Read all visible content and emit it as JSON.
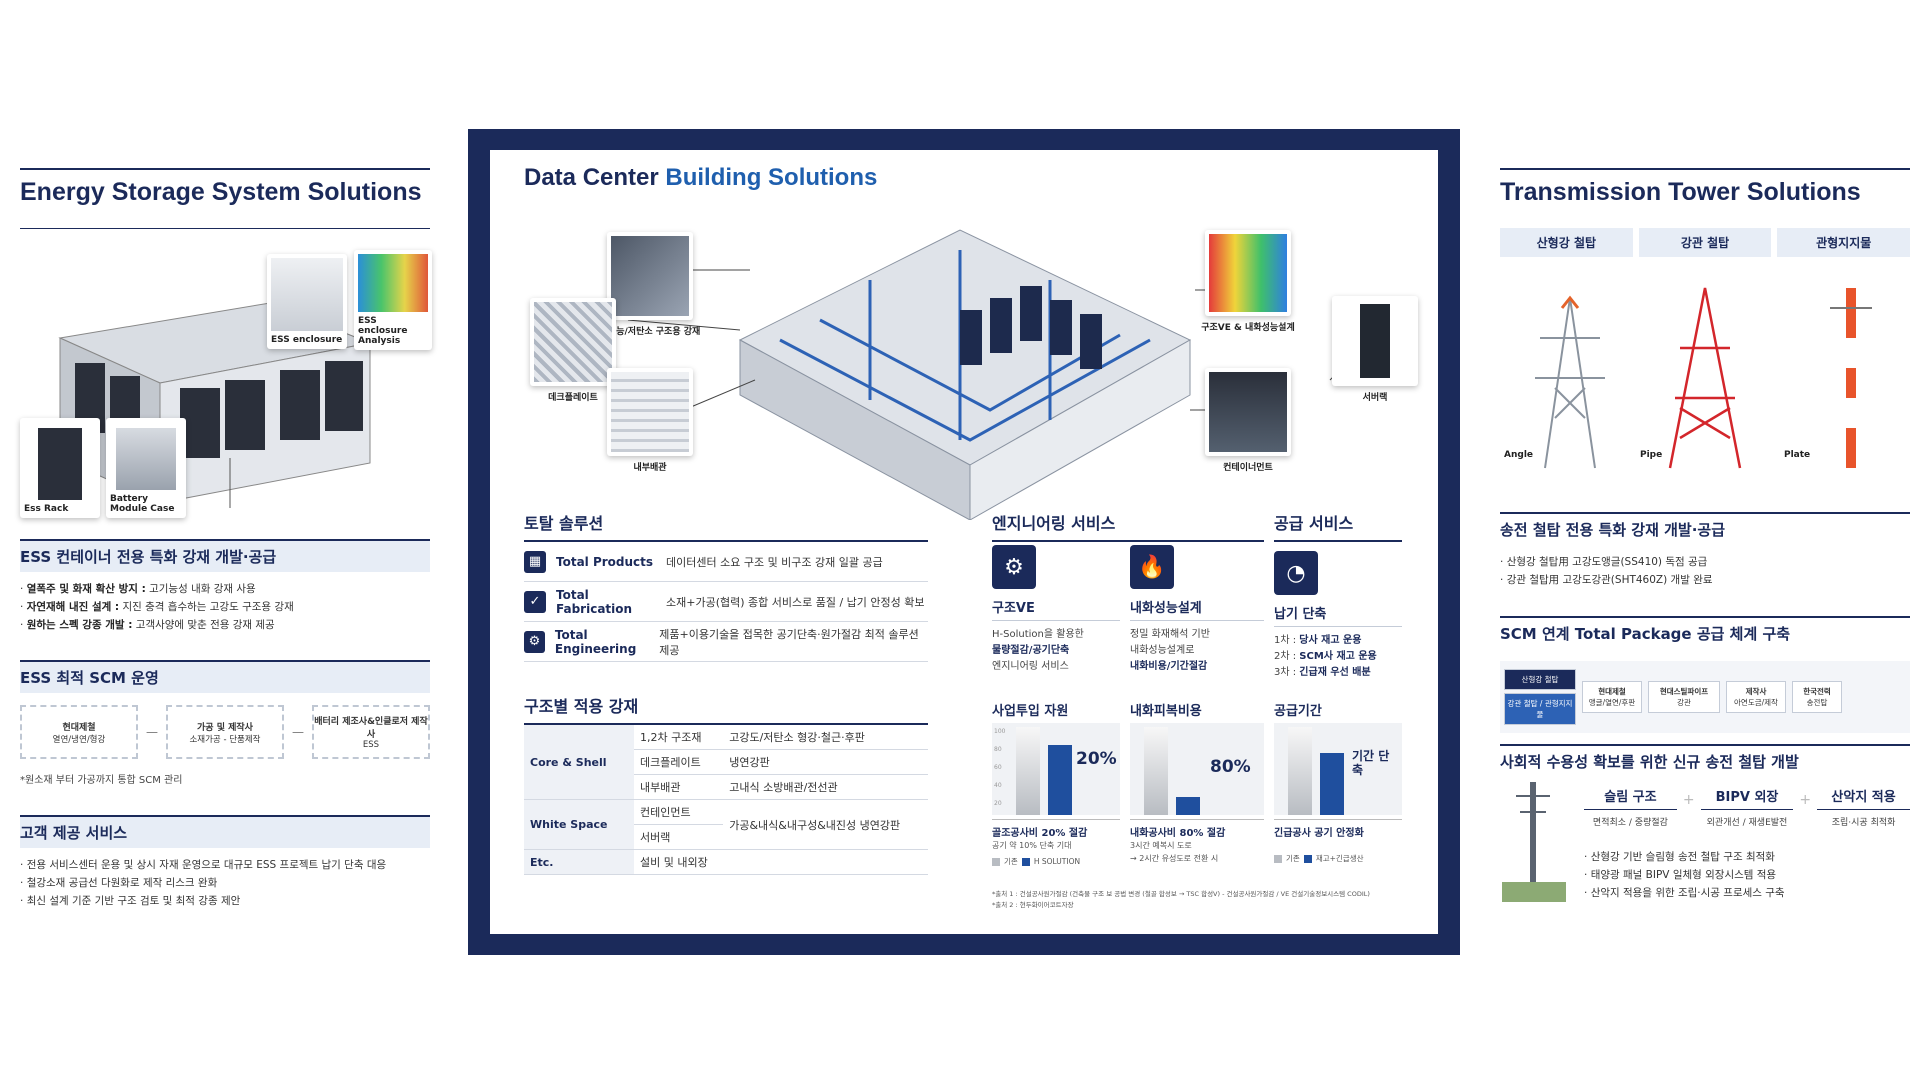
{
  "left": {
    "title": "Energy Storage System Solutions",
    "thumbs": {
      "enclosure": "ESS enclosure",
      "enclosure_analysis": "ESS enclosure Analysis",
      "rack": "Ess Rack",
      "battery": "Battery Module Case"
    },
    "sec1": {
      "heading": "ESS 컨테이너 전용 특화 강재 개발·공급",
      "items": [
        {
          "label": "열폭주 및 화재 확산 방지 :",
          "text": " 고기능성 내화 강재 사용"
        },
        {
          "label": "자연재해 내진 설계 :",
          "text": " 지진 충격 흡수하는 고강도 구조용 강재"
        },
        {
          "label": "원하는 스펙 강종 개발 :",
          "text": " 고객사양에 맞춘 전용 강재 제공"
        }
      ]
    },
    "sec2": {
      "heading": "ESS 최적 SCM 운영",
      "boxes": [
        {
          "title": "현대제철",
          "sub": "열연/냉연/형강"
        },
        {
          "title": "가공 및 제작사",
          "sub": "소재가공 - 단품제작"
        },
        {
          "title": "배터리 제조사&인클로저 제작사",
          "sub": "ESS"
        }
      ],
      "note": "*원소재 부터 가공까지 통합 SCM 관리"
    },
    "sec3": {
      "heading": "고객 제공 서비스",
      "items": [
        "전용 서비스센터 운용 및 상시 자재 운영으로 대규모 ESS 프로젝트 납기 단축 대응",
        "철강소재 공급선 다원화로 제작 리스크 완화",
        "최신 설계 기준 기반 구조 검토 및 최적 강종 제안"
      ]
    }
  },
  "center": {
    "title_a": "Data Center ",
    "title_b": "Building Solutions",
    "callouts": {
      "structural": "고성능/저탄소 구조용 강재",
      "deck": "데크플레이트",
      "piping": "내부배관",
      "ve": "구조VE & 내화성능설계",
      "server": "서버랙",
      "container": "컨테이너먼트"
    },
    "total": {
      "heading": "토탈 솔루션",
      "rows": [
        {
          "icon": "▦",
          "name": "Total Products",
          "desc": "데이터센터 소요 구조 및 비구조 강재 일괄 공급"
        },
        {
          "icon": "✓",
          "name": "Total Fabrication",
          "desc": "소재+가공(협력) 종합 서비스로 품질 / 납기 안정성 확보"
        },
        {
          "icon": "⚙",
          "name": "Total Engineering",
          "desc": "제품+이용기술을 접목한 공기단축·원가절감 최적 솔루션 제공"
        }
      ]
    },
    "steel": {
      "heading": "구조별 적용 강재",
      "cat_core": "Core & Shell",
      "cat_white": "White Space",
      "cat_etc": "Etc.",
      "r1a": "1,2차 구조재",
      "r1b": "고강도/저탄소 형강·철근·후판",
      "r2a": "데크플레이트",
      "r2b": "냉연강판",
      "r3a": "내부배관",
      "r3b": "고내식 소방배관/전선관",
      "r4a": "컨테인먼트",
      "r4b": "가공&내식&내구성&내진성 냉연강판",
      "r5a": "서버랙",
      "r6a": "설비 및 내외장"
    },
    "eng": {
      "heading": "엔지니어링 서비스",
      "s1_name": "구조VE",
      "s1_l1": "H-Solution을 활용한",
      "s1_l2": "물량절감/공기단축",
      "s1_l3": "엔지니어링 서비스",
      "s2_name": "내화성능설계",
      "s2_l1": "정밀 화재해석 기반",
      "s2_l2": "내화성능설계로",
      "s2_l3": "내화비용/기간절감"
    },
    "supply": {
      "heading": "공급 서비스",
      "name": "납기 단축",
      "l1a": "1차 : ",
      "l1b": "당사 재고 운용",
      "l2a": "2차 : ",
      "l2b": "SCM사 재고 운용",
      "l3a": "3차 : ",
      "l3b": "긴급재 우선 배분"
    },
    "charts": {
      "c1_label": "사업투입 자원",
      "c1_pct": "20%",
      "c1_caption": "골조공사비 20% 절감",
      "c1_sub": "공기 약 10% 단축 기대",
      "c1_leg_a": "기존",
      "c1_leg_b": "H SOLUTION",
      "c2_label": "내화피복비용",
      "c2_pct": "80%",
      "c2_caption": "내화공사비 80% 절감",
      "c2_sub1": "3시간 예복시 도로",
      "c2_sub2": "→ 2시간 유성도로 전환 시",
      "c3_label": "공급기간",
      "c3_tag": "기간 단축",
      "c3_caption": "긴급공사 공기 안정화",
      "c3_leg_a": "기존",
      "c3_leg_b": "재고+긴급생산",
      "ticks": [
        "100",
        "80",
        "60",
        "40",
        "20"
      ]
    },
    "foot1": "*출처 1 : 건설공사원가절감 (건축물 구조 보 공법 변경 (철골 합성보 → TSC 합성V) - 건설공사원가절감 / VE 건설기술정보시스템 CODIL)",
    "foot2": "*출처 2 : 현두화이어코트자장"
  },
  "chart_data": [
    {
      "type": "bar",
      "title": "사업투입 자원",
      "categories": [
        "기존",
        "H SOLUTION"
      ],
      "values": [
        100,
        80
      ],
      "ylim": [
        0,
        100
      ],
      "annotation": "20%"
    },
    {
      "type": "bar",
      "title": "내화피복비용",
      "categories": [
        "기존",
        "H SOLUTION"
      ],
      "values": [
        100,
        20
      ],
      "ylim": [
        0,
        100
      ],
      "annotation": "80%"
    },
    {
      "type": "bar",
      "title": "공급기간",
      "categories": [
        "기존",
        "재고+긴급생산"
      ],
      "values": [
        100,
        70
      ],
      "ylim": [
        0,
        100
      ],
      "annotation": "기간 단축"
    }
  ],
  "right": {
    "title": "Transmission Tower Solutions",
    "tabs": [
      "산형강 철탑",
      "강관 철탑",
      "관형지지물"
    ],
    "parts": [
      "Angle",
      "Pipe",
      "Plate"
    ],
    "sec1": {
      "heading": "송전 철탑 전용 특화 강재 개발·공급",
      "items": [
        "산형강 철탑用 고강도앵글(SS410) 독점 공급",
        "강관 철탑用 고강도강관(SHT460Z) 개발 완료"
      ]
    },
    "sec2": {
      "heading": "SCM 연계 Total Package 공급 체계 구축",
      "left_a": "산형강 철탑",
      "left_b": "강관 철탑 / 관형지지물",
      "b1": "현대제철",
      "b1s": "앵글/열연/후판",
      "b2": "현대스틸파이프",
      "b2s": "강관",
      "b3": "제작사",
      "b3s": "아연도금/제작",
      "b4": "한국전력",
      "b4s": "송전탑"
    },
    "sec3": {
      "heading": "사회적 수용성 확보를 위한 신규 송전 철탑 개발",
      "p1": "슬림 구조",
      "p1s": "면적최소 / 중량절감",
      "p2": "BIPV 외장",
      "p2s": "외관개선 / 재생E발전",
      "p3": "산악지 적용",
      "p3s": "조립·시공 최적화",
      "items": [
        "산형강 기반 슬림형 송전 철탑 구조 최적화",
        "태양광 패널 BIPV 일체형 외장시스템 적용",
        "산악지 적용을 위한 조립·시공 프로세스 구축"
      ]
    }
  }
}
